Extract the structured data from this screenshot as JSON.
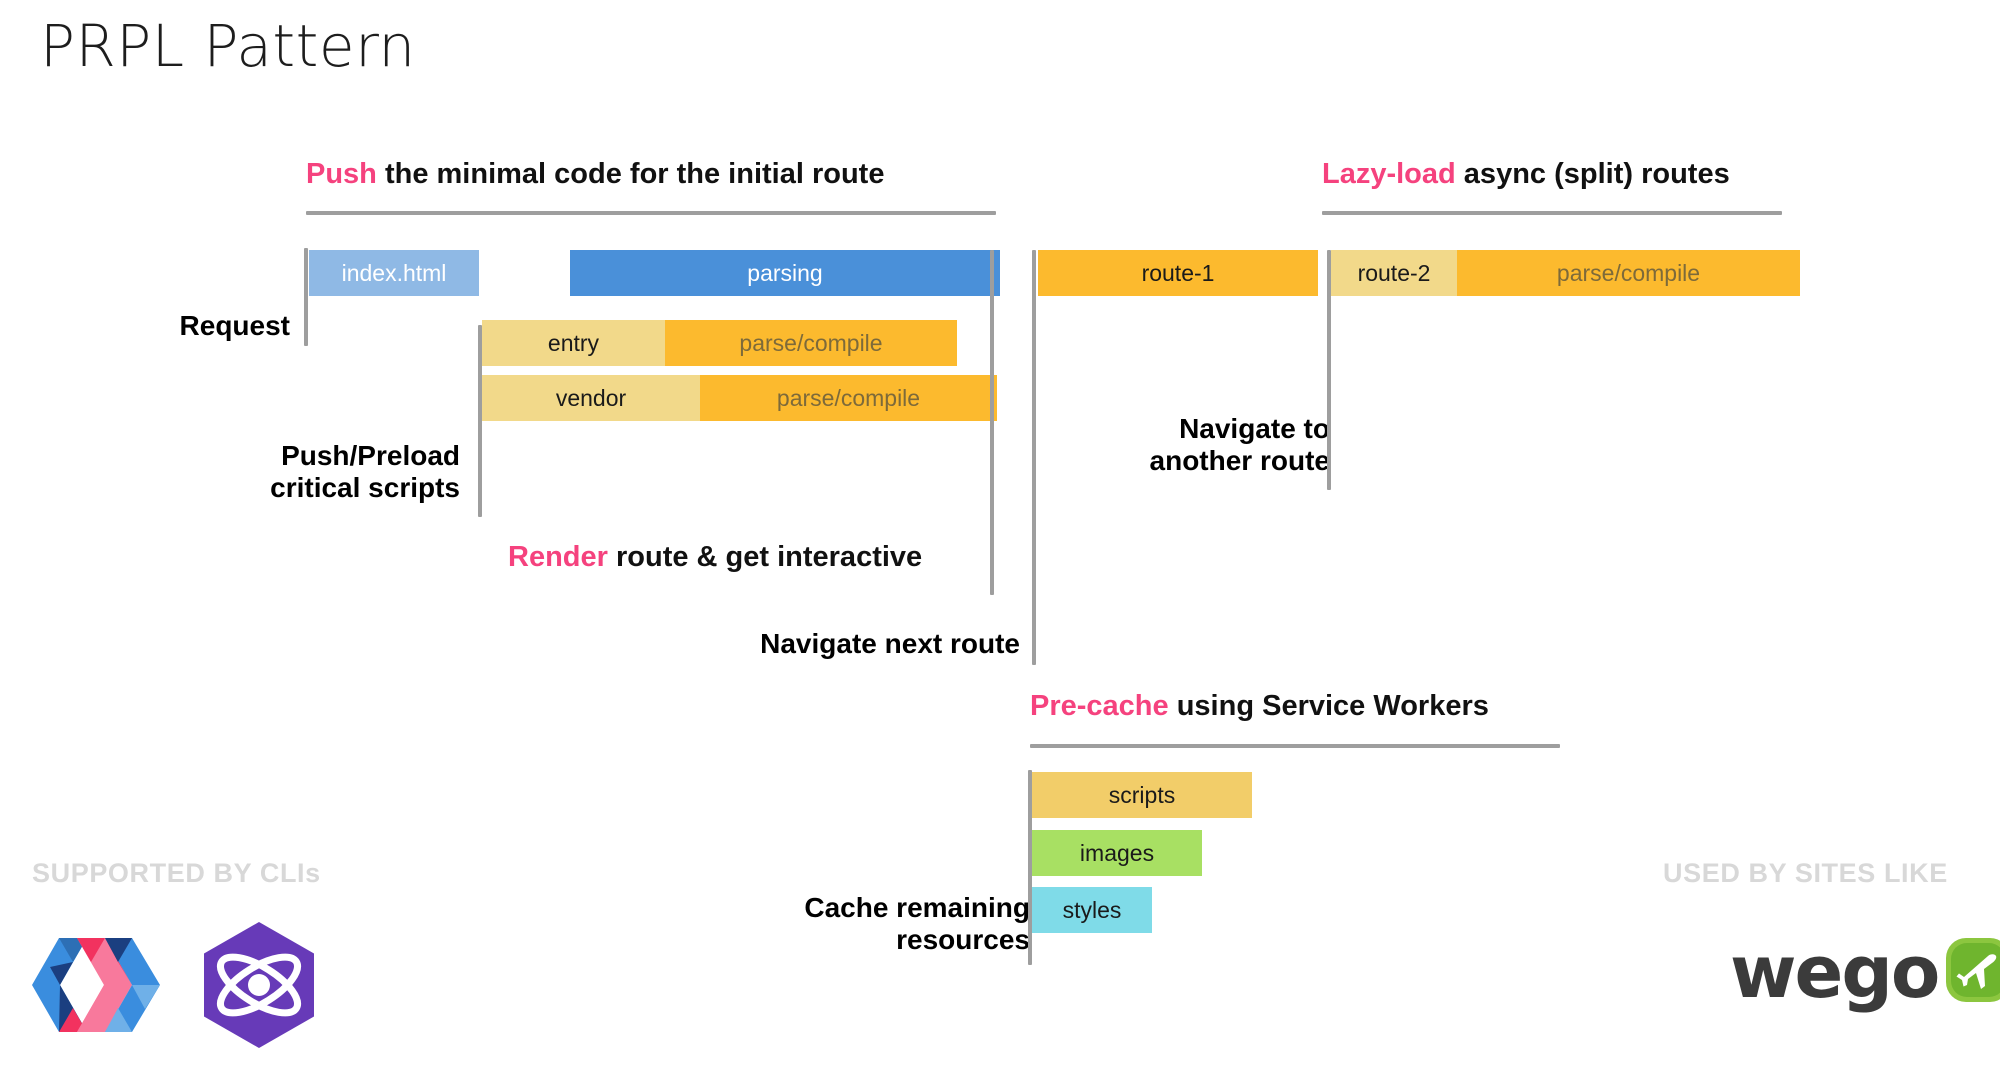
{
  "title": "PRPL Pattern",
  "theme": {
    "accent_pink": "#f5427e",
    "bar_light_blue": "#8fb9e5",
    "bar_blue": "#4a90d9",
    "bar_pale_yellow": "#f2d98a",
    "bar_orange": "#fcba2e",
    "bar_green": "#a8e063",
    "bar_cyan": "#7fdbe8",
    "rule_gray": "#9e9e9e",
    "footer_gray": "#d8d8d8"
  },
  "sections": {
    "push": {
      "header_keyword": "Push",
      "header_rest": " the minimal code for the initial route",
      "row_label": "Request",
      "bars": [
        {
          "label": "index.html",
          "color": "#8fb9e5",
          "text_color": "#ffffff"
        },
        {
          "label": "parsing",
          "color": "#4a90d9",
          "text_color": "#ffffff"
        }
      ]
    },
    "preload": {
      "row_label": "Push/Preload\ncritical scripts",
      "bars": [
        {
          "name_segment": "entry",
          "work_segment": "parse/compile",
          "name_color": "#f2d98a",
          "work_color": "#fcba2e"
        },
        {
          "name_segment": "vendor",
          "work_segment": "parse/compile",
          "name_color": "#f2d98a",
          "work_color": "#fcba2e"
        }
      ]
    },
    "render": {
      "header_keyword": "Render",
      "header_rest": " route & get interactive"
    },
    "navigate_next": {
      "label": "Navigate next route"
    },
    "lazy_load": {
      "header_keyword": "Lazy-load",
      "header_rest": " async (split) routes",
      "row_label": "Navigate to\nanother route",
      "bars": [
        {
          "label": "route-1",
          "color": "#fcba2e",
          "text_color": "#1a1a1a"
        },
        {
          "name_segment": "route-2",
          "work_segment": "parse/compile",
          "name_color": "#f2d98a",
          "work_color": "#fcba2e"
        }
      ]
    },
    "precache": {
      "header_keyword": "Pre-cache",
      "header_rest": " using Service Workers",
      "row_label": "Cache remaining\nresources",
      "bars": [
        {
          "label": "scripts",
          "color": "#f2cd69",
          "text_color": "#1a1a1a"
        },
        {
          "label": "images",
          "color": "#a8e063",
          "text_color": "#1a1a1a"
        },
        {
          "label": "styles",
          "color": "#7fdbe8",
          "text_color": "#1a1a1a"
        }
      ]
    }
  },
  "footer": {
    "left_caption": "SUPPORTED BY CLIs",
    "right_caption": "USED BY SITES LIKE",
    "logos_left": [
      "polymer-logo",
      "preact-logo"
    ],
    "logo_right": "wego-logo",
    "wego_wordmark": "wego"
  }
}
